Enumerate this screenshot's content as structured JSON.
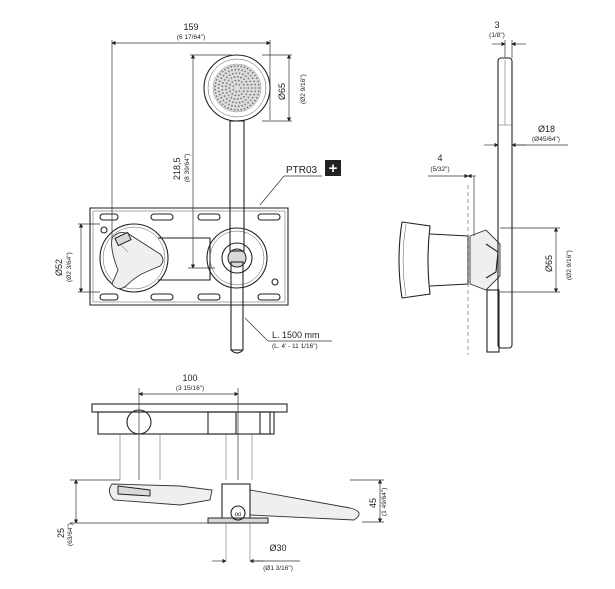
{
  "dimensions": {
    "width_159": {
      "mm": "159",
      "inch": "(6 17/64\")"
    },
    "head_65_front": {
      "mm": "Ø65",
      "inch": "(Ø2 9/16\")"
    },
    "height_218": {
      "mm": "218,5",
      "inch": "(8 39/64\")"
    },
    "dia_52": {
      "mm": "Ø52",
      "inch": "(Ø2 3/64\")"
    },
    "hose_length": {
      "mm": "L. 1500 mm",
      "inch": "(L. 4' - 11 1/16\")"
    },
    "offset_3": {
      "mm": "3",
      "inch": "(1/8\")"
    },
    "dia_18": {
      "mm": "Ø18",
      "inch": "(Ø45/64\")"
    },
    "offset_4": {
      "mm": "4",
      "inch": "(5/32\")"
    },
    "head_65_side": {
      "mm": "Ø65",
      "inch": "(Ø2 9/16\")"
    },
    "spacing_100": {
      "mm": "100",
      "inch": "(3 15/16\")"
    },
    "depth_25": {
      "mm": "25",
      "inch": "(63/64\")"
    },
    "depth_45": {
      "mm": "45",
      "inch": "(1 49/64\")"
    },
    "dia_30": {
      "mm": "Ø30",
      "inch": "(Ø1 3/16\")"
    }
  },
  "callout": {
    "code": "PTR03",
    "plus_symbol": "+"
  },
  "bottom_button_text": "oo"
}
